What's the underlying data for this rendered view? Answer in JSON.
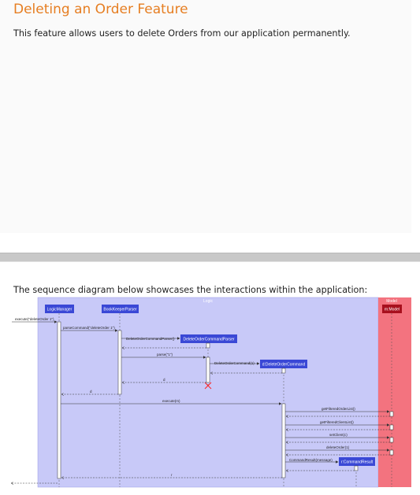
{
  "page": {
    "title": "Deleting an Order Feature",
    "description": "This feature allows users to delete Orders from our application permanently.",
    "sequence_intro": "The sequence diagram below showcases the interactions within the application:"
  },
  "diagram": {
    "colors": {
      "logic_frame": "#c8c9f8",
      "model_frame": "#f3737f",
      "participant_box": "#3a48d6",
      "model_box": "#a8101e",
      "activation": "#ffffff",
      "arrow": "#333333",
      "destroy": "#ff2020"
    },
    "frames": {
      "logic": "Logic",
      "model": "Model"
    },
    "participants": {
      "logic_manager": "LogicManager",
      "book_keeper_parser": "BookKeeperParser",
      "delete_order_command_parser": "DeleteOrderCommandParser",
      "delete_order_command": "d:DeleteOrderCommand",
      "command_result": "r:CommandResult",
      "model": "m:Model"
    },
    "messages": {
      "execute": "execute(\"deleteOrder 1\")",
      "parse_command": "parseCommand(\"deleteOrder 1\")",
      "create_parser": "DeleteOrderCommandParser()",
      "parse": "parse(\"1\")",
      "create_command": "DeleteOrderCommand(1)",
      "return_d_1": "d",
      "return_d_2": "d",
      "execute_m": "execute(m)",
      "get_filtered_order_list": "getFilteredOrderList()",
      "get_filtered_client_list": "getFilteredClientList()",
      "set_client": "setClient(c)",
      "delete_order": "deleteOrder(1)",
      "create_result": "CommandResult(message)",
      "return_r": "r"
    }
  }
}
